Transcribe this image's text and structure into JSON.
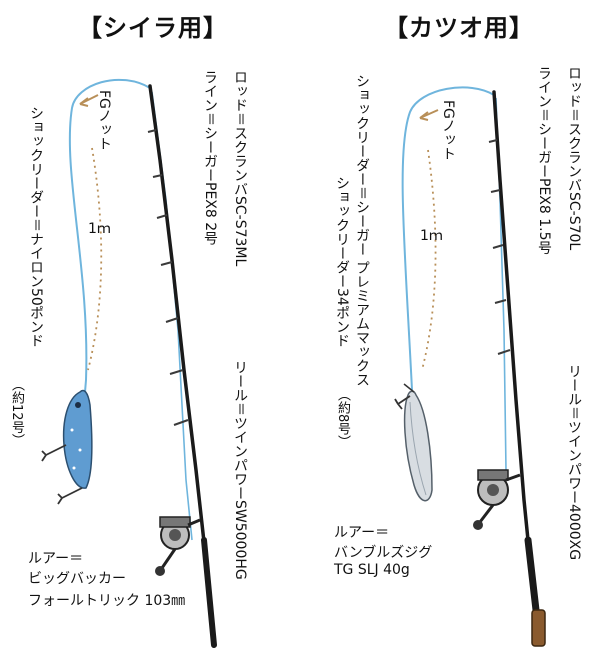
{
  "left": {
    "title": "【シイラ用】",
    "rod": "ロッド＝スクランバSC-S73ML",
    "line": "ライン＝シーガーPEX8 2号",
    "reel": "リール＝ツインパワーSW5000HG",
    "leader": "ショックリーダー＝ナイロン50ポンド",
    "leader_note": "（約12号）",
    "knot": "FGノット",
    "length": "1ｍ",
    "lure_label": "ルアー＝",
    "lure_name_1": "ビッグバッカー",
    "lure_name_2": "フォールトリック 103㎜"
  },
  "right": {
    "title": "【カツオ用】",
    "rod": "ロッド＝スクランバSC-S70L",
    "line": "ライン＝シーガーPEX8 1.5号",
    "reel": "リール＝ツインパワー4000XG",
    "leader_1": "ショックリーダー＝シーガー プレミアムマックス",
    "leader_2": "ショックリーダー34ポンド",
    "leader_note": "（約8号）",
    "knot": "FGノット",
    "length": "1ｍ",
    "lure_label": "ルアー＝",
    "lure_name_1": "バンブルズジグ",
    "lure_name_2": "TG SLJ 40g"
  },
  "colors": {
    "line": "#6fb5dd",
    "rod": "#1a1a1a",
    "guide": "#3a3a3a",
    "dotted": "#b88f58",
    "lure_left": "#5f9cd1",
    "lure_right": "#d8dde2",
    "grip": "#8a5a2e"
  }
}
